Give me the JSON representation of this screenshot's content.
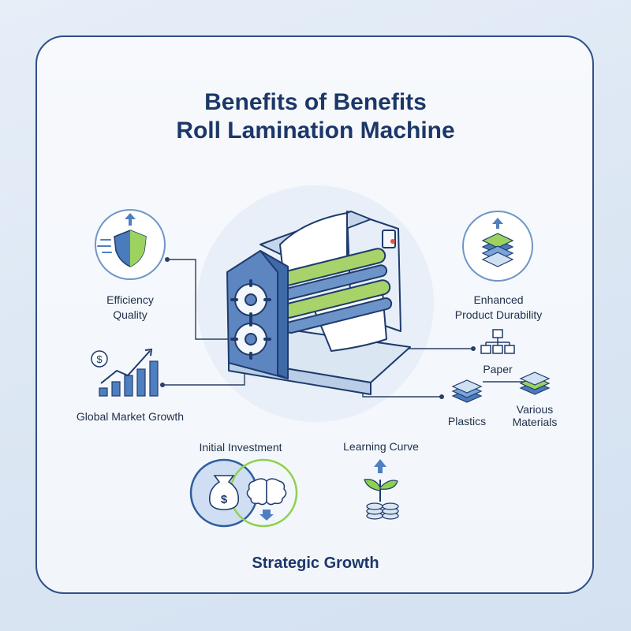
{
  "title_line1": "Benefits of Benefits",
  "title_line2": "Roll Lamination Machine",
  "labels": {
    "efficiency": "Efficiency",
    "quality": "Quality",
    "global_market": "Global Market Growth",
    "enhanced": "Enhanced",
    "durability": "Product Durability",
    "paper": "Paper",
    "plastics": "Plastics",
    "various": "Various",
    "materials": "Materials",
    "initial_investment": "Initial Investment",
    "learning_curve": "Learning Curve",
    "strategic_growth": "Strategic Growth"
  },
  "icons": {
    "shield": "shield-upgrade-icon",
    "bar_chart": "growth-bar-chart-icon",
    "layers": "layers-upgrade-icon",
    "hierarchy": "hierarchy-icon",
    "money_brain": "money-brain-venn-icon",
    "plant_coins": "plant-coins-icon"
  },
  "colors": {
    "primary": "#2f5d9e",
    "dark": "#1c3768",
    "accent_green": "#8fd14f",
    "light_blue": "#cfe0f3"
  }
}
